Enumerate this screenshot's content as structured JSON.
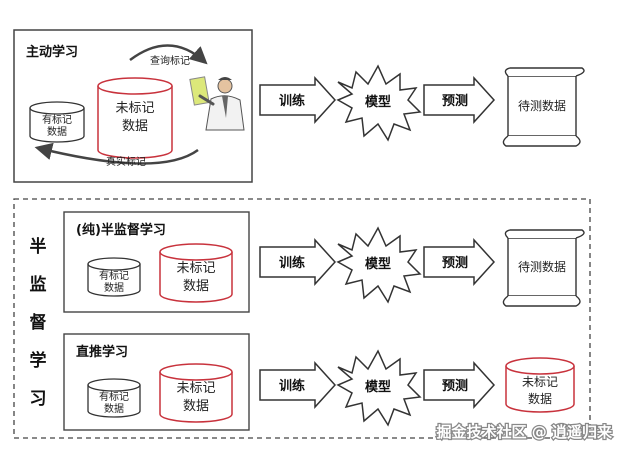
{
  "active_learning": {
    "title": "主动学习",
    "query_label": "查询标记",
    "true_label": "真实标记",
    "labeled_data": [
      "有标记",
      "数据"
    ],
    "unlabeled_data": [
      "未标记",
      "数据"
    ],
    "train": "训练",
    "model": "模型",
    "predict": "预测",
    "test_data": "待测数据"
  },
  "semi_supervised": {
    "vertical_title": [
      "半",
      "监",
      "督",
      "学",
      "习"
    ],
    "pure": {
      "title": "(纯)半监督学习",
      "labeled_data": [
        "有标记",
        "数据"
      ],
      "unlabeled_data": [
        "未标记",
        "数据"
      ],
      "train": "训练",
      "model": "模型",
      "predict": "预测",
      "test_data": "待测数据"
    },
    "transductive": {
      "title": "直推学习",
      "labeled_data": [
        "有标记",
        "数据"
      ],
      "unlabeled_data": [
        "未标记",
        "数据"
      ],
      "train": "训练",
      "model": "模型",
      "predict": "预测",
      "test_data": [
        "未标记",
        "数据"
      ]
    }
  },
  "watermark": "掘金技术社区 @ 逍遥归来",
  "colors": {
    "red_cylinder": "#c8323c",
    "outline": "#333333",
    "arrow_fill": "#ffffff"
  }
}
